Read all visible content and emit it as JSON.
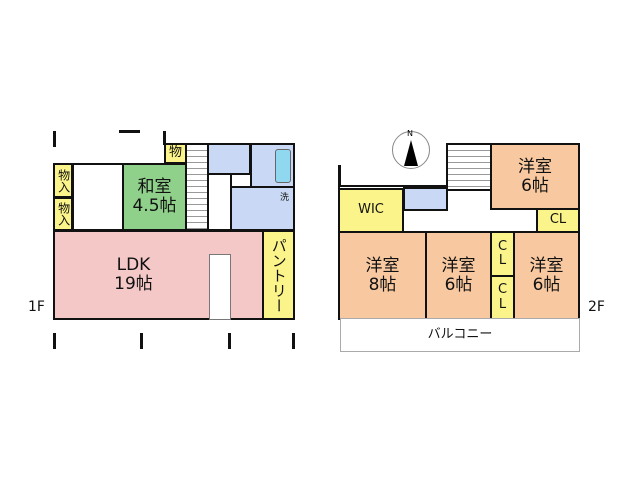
{
  "floor1": {
    "label": "1F",
    "ldk": {
      "name": "LDK",
      "size": "19帖"
    },
    "washitsu": {
      "name": "和室",
      "size": "4.5帖"
    },
    "storage1": "物入",
    "storage2": "物入",
    "storage3": "物",
    "pantry": "パントリー",
    "wash": "洗"
  },
  "floor2": {
    "label": "2F",
    "compass": "N",
    "wic": "WIC",
    "room_ne": {
      "name": "洋室",
      "size": "6帖"
    },
    "room_8": {
      "name": "洋室",
      "size": "8帖"
    },
    "room_6a": {
      "name": "洋室",
      "size": "6帖"
    },
    "room_6b": {
      "name": "洋室",
      "size": "6帖"
    },
    "cl1": "CL",
    "cl2": "CL",
    "cl3": "CL",
    "balcony": "バルコニー"
  },
  "colors": {
    "ldk": "#f5c8c8",
    "washitsu": "#8fd08a",
    "storage": "#fbf48a",
    "wet": "#c9d8f5",
    "western": "#f8c9a1"
  }
}
